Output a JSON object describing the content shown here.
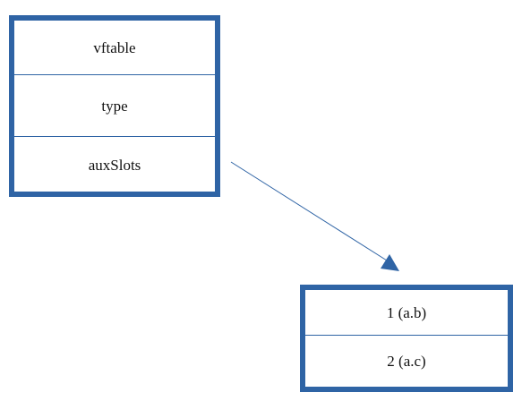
{
  "object": {
    "fields": [
      "vftable",
      "type",
      "auxSlots"
    ]
  },
  "aux_slots": {
    "entries": [
      "1 (a.b)",
      "2 (a.c)"
    ]
  },
  "colors": {
    "box_border": "#2f64a5",
    "arrow": "#2f64a5"
  }
}
